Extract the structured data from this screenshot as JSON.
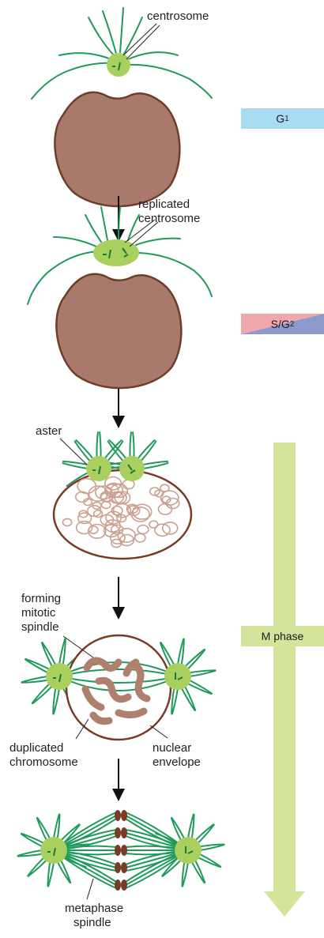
{
  "labels": {
    "centrosome": "centrosome",
    "replicated_1": "replicated",
    "replicated_2": "centrosome",
    "aster": "aster",
    "forming_1": "forming",
    "forming_2": "mitotic",
    "forming_3": "spindle",
    "duplicated_1": "duplicated",
    "duplicated_2": "chromosome",
    "nuclear_1": "nuclear",
    "nuclear_2": "envelope",
    "metaphase_1": "metaphase",
    "metaphase_2": "spindle"
  },
  "phases": {
    "g1_main": "G",
    "g1_sub": "1",
    "sg2_main": "S/G",
    "sg2_sub": "2",
    "m_phase": "M phase"
  },
  "colors": {
    "microtubule": "#1f9a5a",
    "centrosome_fill": "#a9cf5e",
    "nucleus_fill": "#a97a6b",
    "nucleus_stroke": "#6e3e2a",
    "chromatin": "#caa190",
    "chromosome": "#b0806e",
    "kinetochore": "#7a3b26",
    "g1_box": "#a9dbf2",
    "s_box": "#f2a7ad",
    "g2_box": "#8b99cc",
    "m_arrow": "#d4e59b"
  }
}
